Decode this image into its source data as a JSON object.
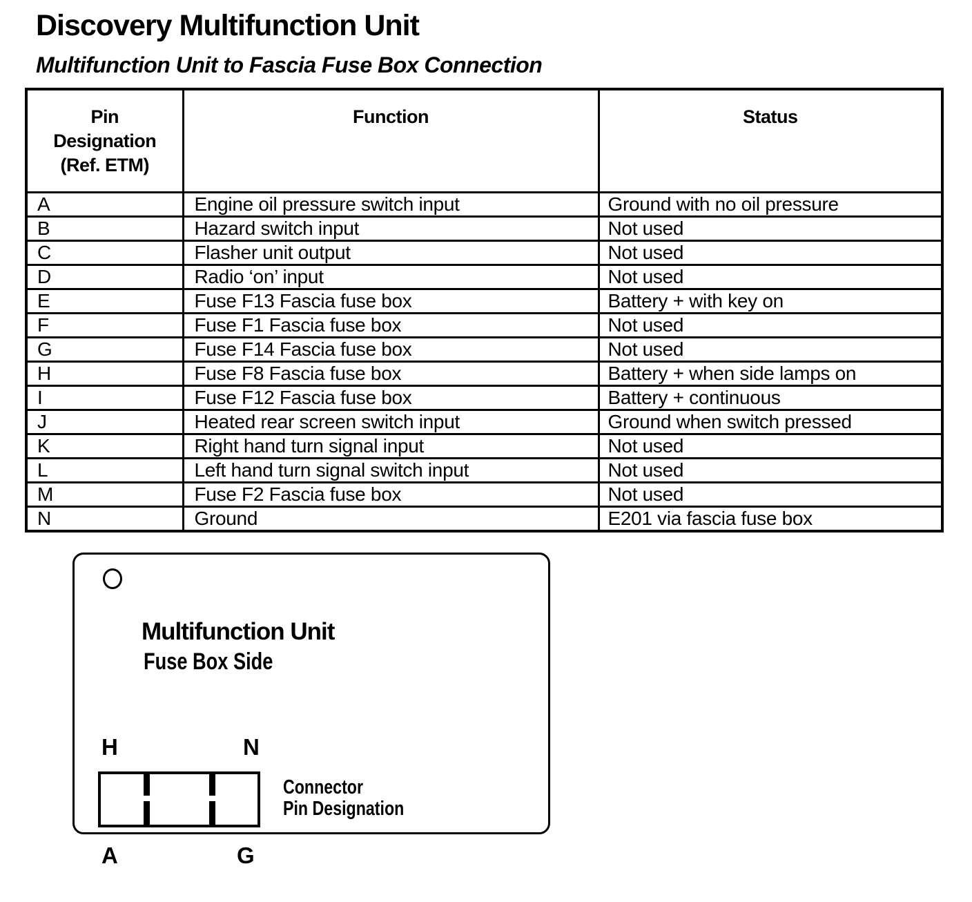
{
  "page": {
    "title": "Discovery Multifunction Unit",
    "subtitle": "Multifunction Unit to Fascia Fuse Box Connection",
    "ink_color": "#000000",
    "background_color": "#ffffff"
  },
  "table": {
    "headers": {
      "pin_lines": [
        "Pin",
        "Designation",
        "(Ref. ETM)"
      ],
      "function": "Function",
      "status": "Status"
    },
    "rows": [
      {
        "pin": "A",
        "function": "Engine oil pressure switch input",
        "status": "Ground with no oil pressure"
      },
      {
        "pin": "B",
        "function": "Hazard switch input",
        "status": "Not used"
      },
      {
        "pin": "C",
        "function": "Flasher unit output",
        "status": "Not used"
      },
      {
        "pin": "D",
        "function": "Radio ‘on’ input",
        "status": "Not used"
      },
      {
        "pin": "E",
        "function": "Fuse F13 Fascia fuse box",
        "status": "Battery + with  key on"
      },
      {
        "pin": "F",
        "function": "Fuse F1 Fascia fuse box",
        "status": "Not used"
      },
      {
        "pin": "G",
        "function": "Fuse F14 Fascia fuse box",
        "status": "Not used"
      },
      {
        "pin": "H",
        "function": "Fuse F8 Fascia fuse box",
        "status": "Battery + when side lamps on"
      },
      {
        "pin": "I",
        "function": "Fuse F12 Fascia fuse box",
        "status": "Battery + continuous"
      },
      {
        "pin": "J",
        "function": "Heated rear screen switch input",
        "status": "Ground when switch pressed"
      },
      {
        "pin": "K",
        "function": "Right hand turn signal input",
        "status": "Not used"
      },
      {
        "pin": "L",
        "function": "Left hand turn signal switch input",
        "status": "Not used"
      },
      {
        "pin": "M",
        "function": "Fuse F2 Fascia fuse box",
        "status": "Not used"
      },
      {
        "pin": "N",
        "function": "Ground",
        "status": "E201 via fascia fuse box"
      }
    ]
  },
  "diagram": {
    "unit_label": "Multifunction Unit",
    "side_label": "Fuse Box Side",
    "caption_line1": "Connector",
    "caption_line2": "Pin Designation",
    "pin_labels": {
      "top_left": "H",
      "top_right": "N",
      "bottom_left": "A",
      "bottom_right": "G"
    }
  }
}
